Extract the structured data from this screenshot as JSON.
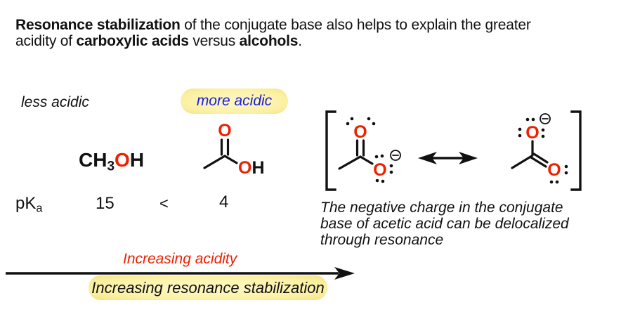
{
  "header": {
    "lines": [
      {
        "runs": [
          {
            "text": "Resonance stabilization",
            "bold": true
          },
          {
            "text": " of the conjugate base also helps to explain the greater",
            "bold": false
          }
        ]
      },
      {
        "runs": [
          {
            "text": "acidity of ",
            "bold": false
          },
          {
            "text": "carboxylic acids",
            "bold": true
          },
          {
            "text": " versus ",
            "bold": false
          },
          {
            "text": "alcohols",
            "bold": true
          },
          {
            "text": ".",
            "bold": false
          }
        ]
      }
    ]
  },
  "labels": {
    "less_acidic": "less acidic",
    "more_acidic": "more acidic"
  },
  "molecules": {
    "methanol": {
      "ch": "CH",
      "subscript": "3",
      "o": "O",
      "h": "H"
    },
    "acetic_acid": {
      "carbonyl_o": "O",
      "hydroxyl": {
        "o": "O",
        "h": "H"
      }
    }
  },
  "pka_row": {
    "label": "pK",
    "label_sub": "a",
    "methanol_pka": "15",
    "comparator": "<",
    "acetic_pka": "4"
  },
  "resonance": {
    "left": {
      "carbonyl_o": "O",
      "anion_o": "O"
    },
    "right": {
      "anion_o": "O",
      "carbonyl_o": "O"
    },
    "caption_lines": [
      "The negative charge in the conjugate",
      "base of acetic acid can be delocalized",
      "through resonance"
    ]
  },
  "bottom_axis": {
    "top_label": "Increasing acidity",
    "bottom_label": "Increasing resonance stabilization"
  },
  "colors": {
    "accent_red": "#EE2000",
    "accent_blue": "#1C1CDF",
    "highlight_yellow": "#FBF0A2",
    "ink": "#111111"
  },
  "icons": {
    "negative_charge": "circled-minus",
    "resonance_arrow": "double-headed-arrow",
    "axis_arrow": "right-arrow",
    "lone_pairs": "electron-dot-pairs"
  }
}
